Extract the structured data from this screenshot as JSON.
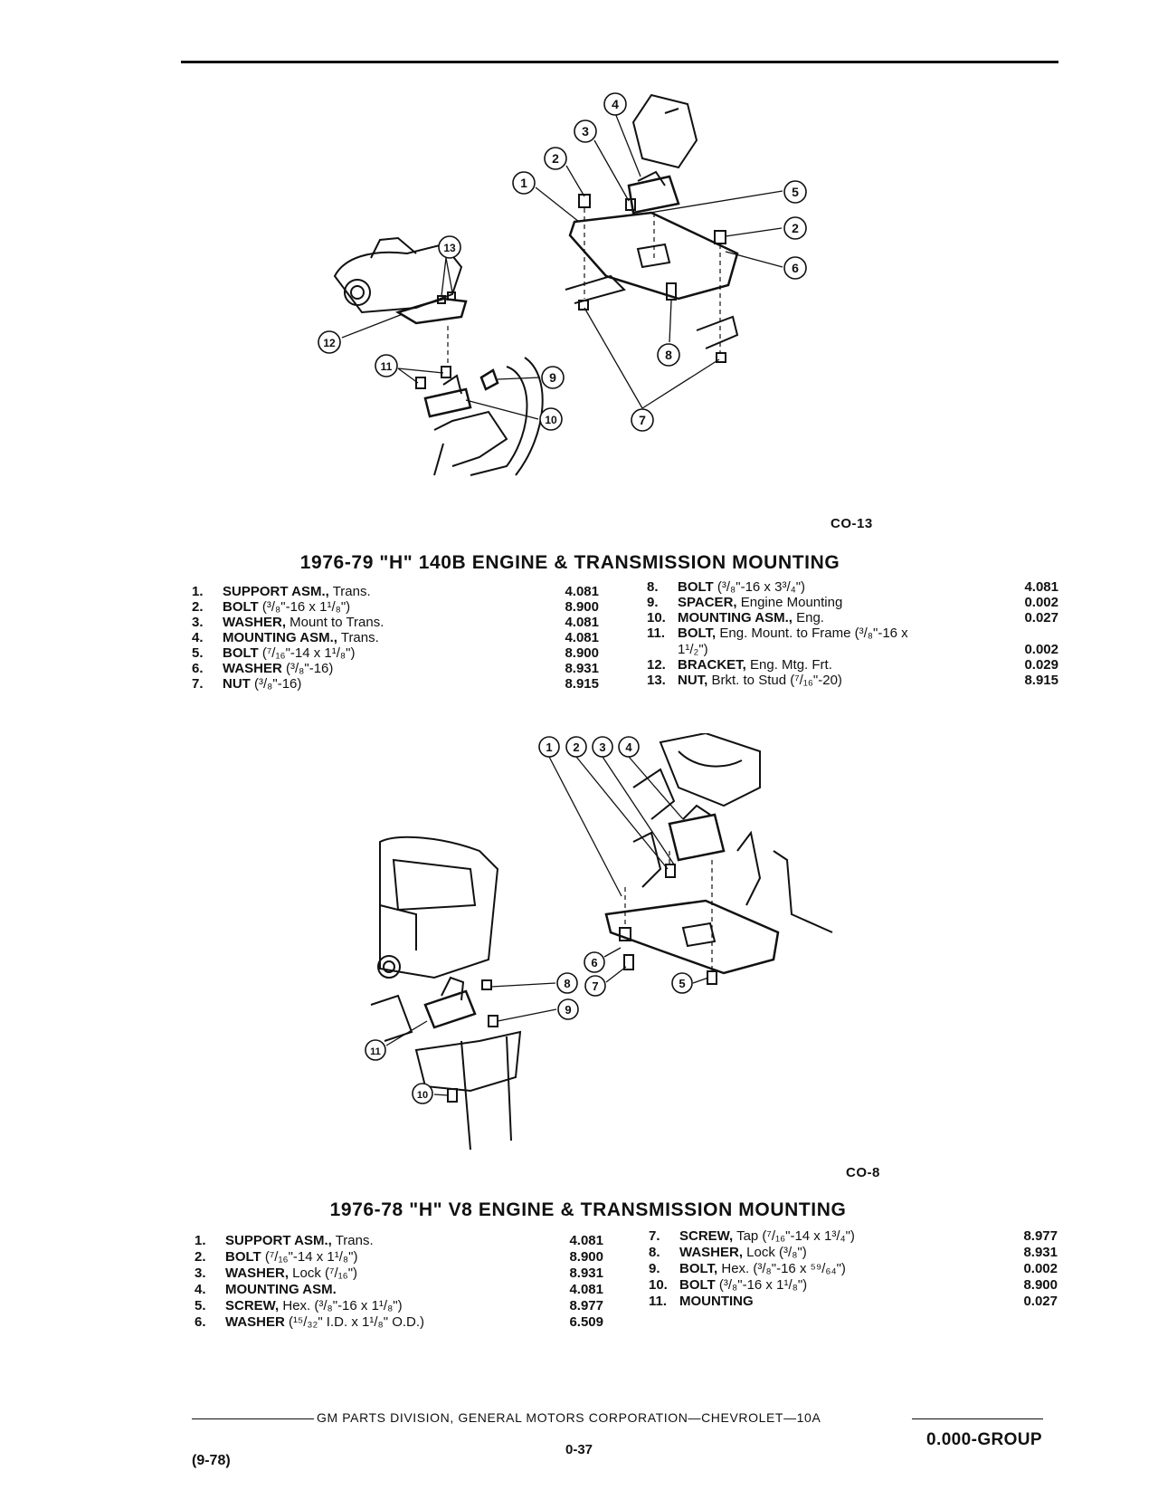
{
  "figure1": {
    "code": "CO-13",
    "title": "1976-79 \"H\" 140B ENGINE & TRANSMISSION MOUNTING",
    "callouts": [
      "1",
      "2",
      "3",
      "4",
      "5",
      "2",
      "6",
      "13",
      "12",
      "8",
      "11",
      "9",
      "10",
      "7"
    ],
    "parts_left": [
      {
        "num": "1.",
        "name": "SUPPORT ASM.,",
        "desc": " Trans.",
        "code": "4.081"
      },
      {
        "num": "2.",
        "name": "BOLT",
        "desc": " (³/₈\"-16 x 1¹/₈\")",
        "code": "8.900"
      },
      {
        "num": "3.",
        "name": "WASHER,",
        "desc": " Mount to Trans.",
        "code": "4.081"
      },
      {
        "num": "4.",
        "name": "MOUNTING ASM.,",
        "desc": " Trans.",
        "code": "4.081"
      },
      {
        "num": "5.",
        "name": "BOLT",
        "desc": " (⁷/₁₆\"-14 x 1¹/₈\")",
        "code": "8.900"
      },
      {
        "num": "6.",
        "name": "WASHER",
        "desc": " (³/₈\"-16)",
        "code": "8.931"
      },
      {
        "num": "7.",
        "name": "NUT",
        "desc": " (³/₈\"-16)",
        "code": "8.915"
      }
    ],
    "parts_right": [
      {
        "num": "8.",
        "name": "BOLT",
        "desc": " (³/₈\"-16 x 3³/₄\")",
        "code": "4.081"
      },
      {
        "num": "9.",
        "name": "SPACER,",
        "desc": " Engine Mounting",
        "code": "0.002"
      },
      {
        "num": "10.",
        "name": "MOUNTING ASM.,",
        "desc": " Eng.",
        "code": "0.027"
      },
      {
        "num": "11.",
        "name": "BOLT,",
        "desc": " Eng. Mount. to Frame (³/₈\"-16 x",
        "code": ""
      },
      {
        "num": "",
        "name": "",
        "desc": "1¹/₂\")",
        "code": "0.002"
      },
      {
        "num": "12.",
        "name": "BRACKET,",
        "desc": " Eng. Mtg. Frt.",
        "code": "0.029"
      },
      {
        "num": "13.",
        "name": "NUT,",
        "desc": " Brkt. to Stud (⁷/₁₆\"-20)",
        "code": "8.915"
      }
    ]
  },
  "figure2": {
    "code": "CO-8",
    "title": "1976-78 \"H\" V8 ENGINE & TRANSMISSION MOUNTING",
    "callouts": [
      "1",
      "2",
      "3",
      "4",
      "6",
      "7",
      "5",
      "8",
      "9",
      "11",
      "10"
    ],
    "parts_left": [
      {
        "num": "1.",
        "name": "SUPPORT ASM.,",
        "desc": " Trans.",
        "code": "4.081"
      },
      {
        "num": "2.",
        "name": "BOLT",
        "desc": " (⁷/₁₆\"-14 x 1¹/₈\")",
        "code": "8.900"
      },
      {
        "num": "3.",
        "name": "WASHER,",
        "desc": " Lock (⁷/₁₆\")",
        "code": "8.931"
      },
      {
        "num": "4.",
        "name": "MOUNTING ASM.",
        "desc": "",
        "code": "4.081"
      },
      {
        "num": "5.",
        "name": "SCREW,",
        "desc": " Hex. (³/₈\"-16 x 1¹/₈\")",
        "code": "8.977"
      },
      {
        "num": "6.",
        "name": "WASHER",
        "desc": " (¹⁵/₃₂\" I.D. x 1¹/₈\" O.D.)",
        "code": "6.509"
      }
    ],
    "parts_right": [
      {
        "num": "7.",
        "name": "SCREW,",
        "desc": " Tap (⁷/₁₆\"-14 x 1³/₄\")",
        "code": "8.977"
      },
      {
        "num": "8.",
        "name": "WASHER,",
        "desc": " Lock (³/₈\")",
        "code": "8.931"
      },
      {
        "num": "9.",
        "name": "BOLT,",
        "desc": " Hex. (³/₈\"-16 x ⁵⁹/₆₄\")",
        "code": "0.002"
      },
      {
        "num": "10.",
        "name": "BOLT",
        "desc": " (³/₈\"-16 x 1¹/₈\")",
        "code": "8.900"
      },
      {
        "num": "11.",
        "name": "MOUNTING",
        "desc": "",
        "code": "0.027"
      }
    ]
  },
  "footer": {
    "publisher": "GM PARTS DIVISION, GENERAL MOTORS CORPORATION—CHEVROLET—10A",
    "date": "(9-78)",
    "page": "0-37",
    "group": "0.000-GROUP"
  }
}
